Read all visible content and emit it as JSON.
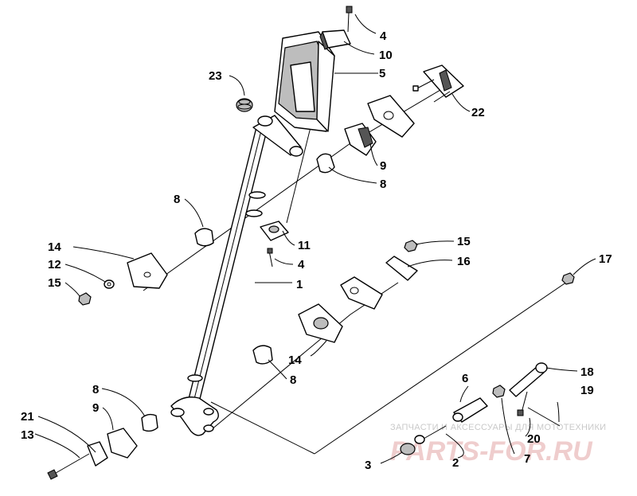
{
  "callouts": [
    {
      "id": "c1",
      "text": "1"
    },
    {
      "id": "c2",
      "text": "2"
    },
    {
      "id": "c3",
      "text": "3"
    },
    {
      "id": "c4a",
      "text": "4"
    },
    {
      "id": "c4b",
      "text": "4"
    },
    {
      "id": "c5",
      "text": "5"
    },
    {
      "id": "c6",
      "text": "6"
    },
    {
      "id": "c7",
      "text": "7"
    },
    {
      "id": "c8a",
      "text": "8"
    },
    {
      "id": "c8b",
      "text": "8"
    },
    {
      "id": "c8c",
      "text": "8"
    },
    {
      "id": "c8d",
      "text": "8"
    },
    {
      "id": "c9a",
      "text": "9"
    },
    {
      "id": "c9b",
      "text": "9"
    },
    {
      "id": "c10",
      "text": "10"
    },
    {
      "id": "c11",
      "text": "11"
    },
    {
      "id": "c12",
      "text": "12"
    },
    {
      "id": "c13",
      "text": "13"
    },
    {
      "id": "c14a",
      "text": "14"
    },
    {
      "id": "c14b",
      "text": "14"
    },
    {
      "id": "c15a",
      "text": "15"
    },
    {
      "id": "c15b",
      "text": "15"
    },
    {
      "id": "c16",
      "text": "16"
    },
    {
      "id": "c17",
      "text": "17"
    },
    {
      "id": "c18",
      "text": "18"
    },
    {
      "id": "c19",
      "text": "19"
    },
    {
      "id": "c20",
      "text": "20"
    },
    {
      "id": "c21",
      "text": "21"
    },
    {
      "id": "c22",
      "text": "22"
    },
    {
      "id": "c23",
      "text": "23"
    }
  ],
  "watermark": {
    "tagline": "ЗАПЧАСТИ И АКСЕССУАРЫ ДЛЯ МОТОТЕХНИКИ",
    "brand": "PARTS-FOR.RU"
  }
}
